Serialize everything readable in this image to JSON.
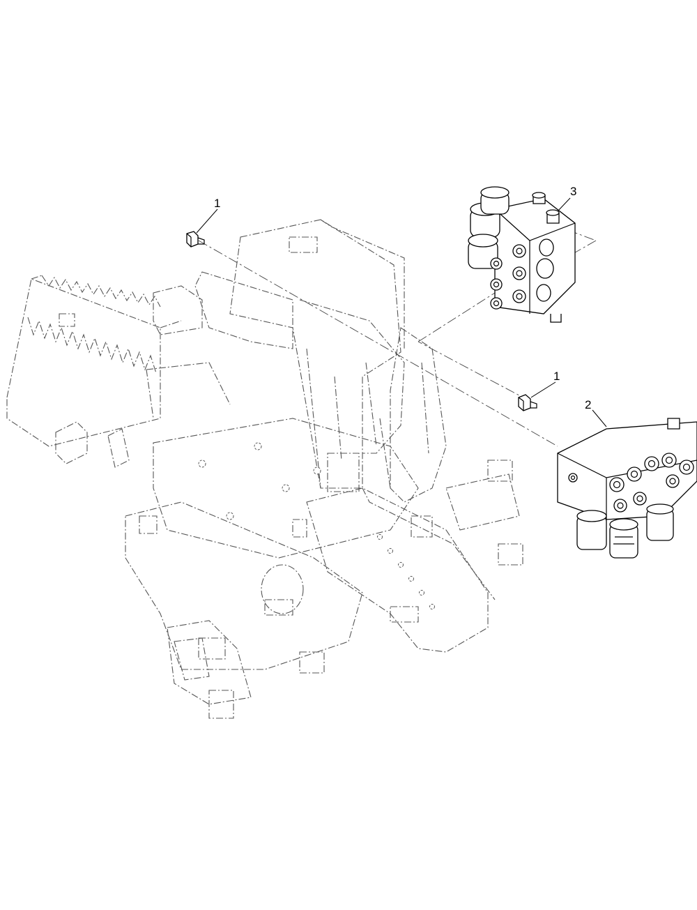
{
  "diagram": {
    "callouts": [
      {
        "id": "callout-1a",
        "label": "1"
      },
      {
        "id": "callout-1b",
        "label": "1"
      },
      {
        "id": "callout-2",
        "label": "2"
      },
      {
        "id": "callout-3",
        "label": "3"
      }
    ]
  }
}
